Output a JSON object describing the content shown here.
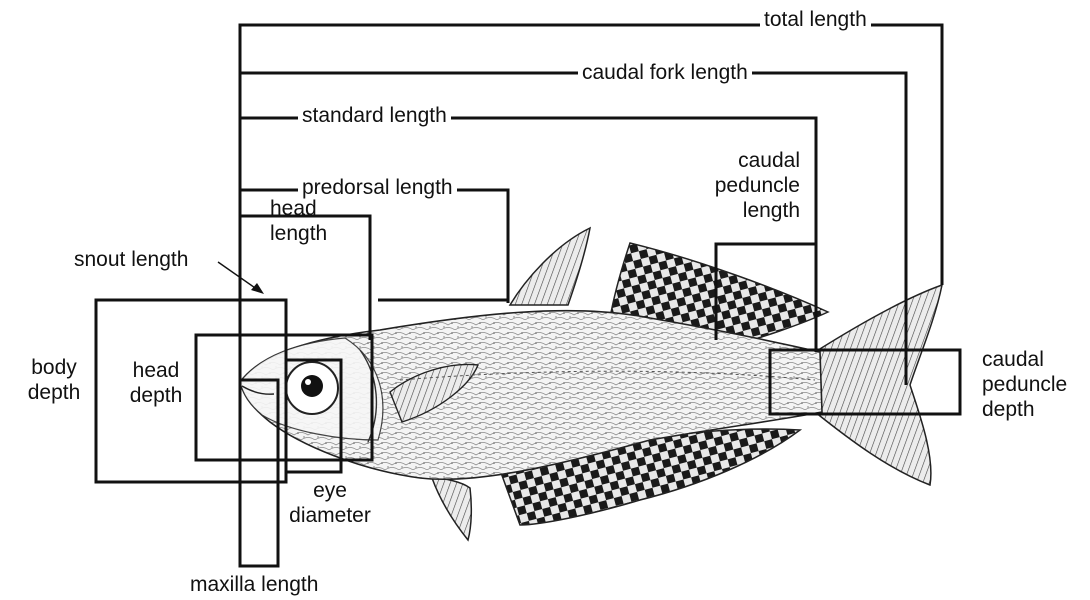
{
  "labels": {
    "total_length": "total length",
    "caudal_fork_length": "caudal fork length",
    "standard_length": "standard length",
    "predorsal_length": "predorsal length",
    "head_length": [
      "head",
      "length"
    ],
    "caudal_peduncle_length": [
      "caudal",
      "peduncle",
      "length"
    ],
    "snout_length": "snout length",
    "body_depth": [
      "body",
      "depth"
    ],
    "head_depth": [
      "head",
      "depth"
    ],
    "caudal_peduncle_depth": [
      "caudal",
      "peduncle",
      "depth"
    ],
    "eye_diameter": [
      "eye",
      "diameter"
    ],
    "maxilla_length": "maxilla length"
  },
  "colors": {
    "line": "#111111",
    "fish_outline": "#222222",
    "fish_body": "#f2f2f2",
    "fin": "#d9d9d9",
    "background": "#ffffff"
  }
}
